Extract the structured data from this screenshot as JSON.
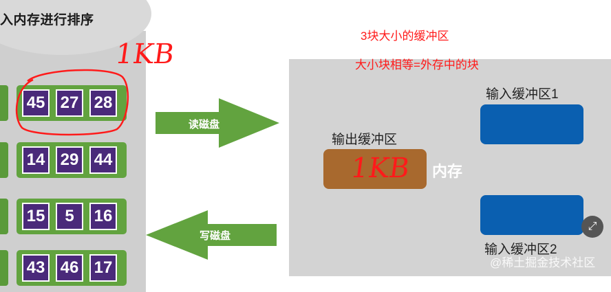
{
  "disk": {
    "title": "入内存进行排序",
    "blocks": [
      [
        "45",
        "27",
        "28"
      ],
      [
        "14",
        "29",
        "44"
      ],
      [
        "15",
        "5",
        "16"
      ],
      [
        "43",
        "46",
        "17"
      ]
    ]
  },
  "arrows": {
    "read_label": "读磁盘",
    "write_label": "写磁盘"
  },
  "memory": {
    "input_buffer_1_label": "输入缓冲区1",
    "input_buffer_2_label": "输入缓冲区2",
    "output_buffer_label": "输出缓冲区",
    "memory_label": "内存"
  },
  "annotations": {
    "line1": "3块大小的缓冲区",
    "line2": "大小块相等=外存中的块",
    "handwritten_disk_block": "1KB",
    "handwritten_output": "1KB"
  },
  "watermark": "@稀土掘金技术社区",
  "colors": {
    "block_green": "#62a33f",
    "cell_purple": "#4a2a7a",
    "input_buffer_blue": "#0a5fb0",
    "output_buffer_brown": "#a8692e",
    "annotation_red": "#ff1a1a"
  }
}
